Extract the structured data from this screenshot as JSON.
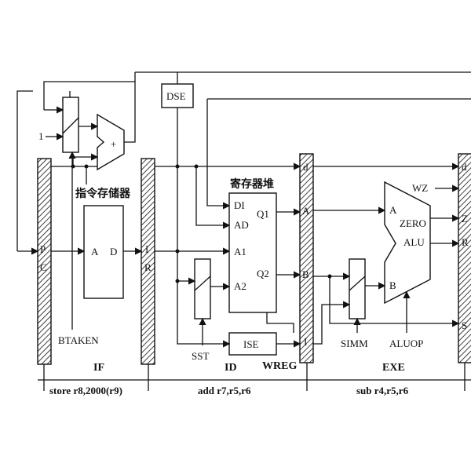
{
  "blocks": {
    "dse": "DSE",
    "ise": "ISE",
    "instr_mem_title": "指令存储器",
    "instr_mem_a": "A",
    "instr_mem_d": "D",
    "regfile_title": "寄存器堆",
    "alu_zero": "ZERO",
    "alu_alu": "ALU",
    "adder_sign": "+"
  },
  "ports": {
    "pc_p": "P",
    "pc_c": "C",
    "ir_i": "I",
    "ir_r": "R",
    "rf_di": "DI",
    "rf_ad": "AD",
    "rf_a1": "A1",
    "rf_a2": "A2",
    "rf_q1": "Q1",
    "rf_q2": "Q2",
    "wreg_d": "d",
    "wreg_a": "A",
    "wreg_b": "B",
    "wreg_i": "I",
    "alu_a": "A",
    "alu_b": "B",
    "exe_d": "d",
    "exe_z": "Z",
    "exe_r": "R",
    "exe_s": "S"
  },
  "signals": {
    "one": "1",
    "btaken": "BTAKEN",
    "sst": "SST",
    "simm": "SIMM",
    "aluop": "ALUOP",
    "wz": "WZ"
  },
  "stages": {
    "if": "IF",
    "id": "ID",
    "wreg": "WREG",
    "exe": "EXE"
  },
  "instructions": {
    "if_instr": "store r8,2000(r9)",
    "id_instr": "add r7,r5,r6",
    "exe_instr": "sub r4,r5,r6"
  }
}
